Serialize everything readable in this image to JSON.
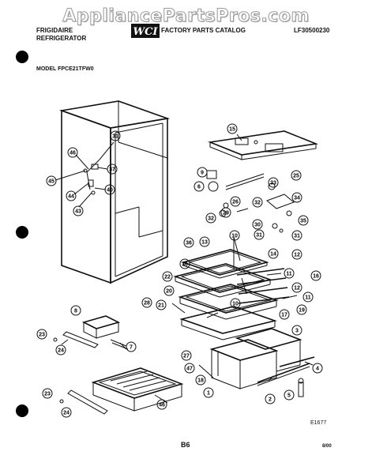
{
  "watermark": "AppliancePartsPros.com",
  "header": {
    "brand_line1": "FRIGIDAIRE",
    "brand_line2": "REFRIGERATOR",
    "logo_text": "WCI",
    "catalog_title": "FACTORY PARTS CATALOG",
    "catalog_number": "LF30500230",
    "model_line": "MODEL FPCE21TFW0"
  },
  "footer": {
    "figure_code": "E1677",
    "page_code": "B6",
    "date_code": "8/00"
  },
  "callouts": [
    "1",
    "2",
    "3",
    "4",
    "5",
    "6",
    "7",
    "8",
    "9",
    "10",
    "11",
    "12",
    "13",
    "14",
    "15",
    "16",
    "17",
    "18",
    "19",
    "20",
    "21",
    "22",
    "23",
    "24",
    "25",
    "26",
    "27",
    "28",
    "29",
    "30",
    "31",
    "32",
    "33",
    "34",
    "35",
    "36",
    "37",
    "39",
    "40",
    "41",
    "42",
    "43",
    "44",
    "45",
    "46",
    "47"
  ]
}
